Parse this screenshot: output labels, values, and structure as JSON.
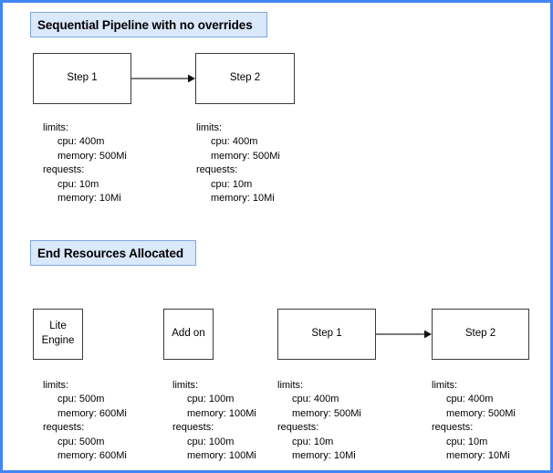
{
  "page": {
    "frame_color": "#4285f4",
    "background": "#ffffff",
    "banner_fill": "#dae8fc",
    "banner_border": "#7ea6d9",
    "node_border": "#3b3b3b"
  },
  "sections": {
    "sequential": {
      "title": "Sequential Pipeline with no overrides",
      "nodes": [
        {
          "label": "Step 1"
        },
        {
          "label": "Step 2"
        }
      ],
      "resources": [
        {
          "limits_label": "limits:",
          "limits_cpu": "cpu: 400m",
          "limits_memory": "memory: 500Mi",
          "requests_label": "requests:",
          "requests_cpu": "cpu: 10m",
          "requests_memory": "memory: 10Mi"
        },
        {
          "limits_label": "limits:",
          "limits_cpu": "cpu: 400m",
          "limits_memory": "memory: 500Mi",
          "requests_label": "requests:",
          "requests_cpu": "cpu: 10m",
          "requests_memory": "memory: 10Mi"
        }
      ]
    },
    "end_resources": {
      "title": "End Resources Allocated",
      "nodes": [
        {
          "label_line1": "Lite",
          "label_line2": "Engine"
        },
        {
          "label_line1": "Add on",
          "label_line2": ""
        },
        {
          "label_line1": "Step 1",
          "label_line2": ""
        },
        {
          "label_line1": "Step 2",
          "label_line2": ""
        }
      ],
      "resources": [
        {
          "limits_label": "limits:",
          "limits_cpu": "cpu: 500m",
          "limits_memory": "memory: 600Mi",
          "requests_label": "requests:",
          "requests_cpu": "cpu: 500m",
          "requests_memory": "memory: 600Mi"
        },
        {
          "limits_label": "limits:",
          "limits_cpu": "cpu: 100m",
          "limits_memory": "memory: 100Mi",
          "requests_label": "requests:",
          "requests_cpu": "cpu: 100m",
          "requests_memory": "memory: 100Mi"
        },
        {
          "limits_label": "limits:",
          "limits_cpu": "cpu: 400m",
          "limits_memory": "memory: 500Mi",
          "requests_label": "requests:",
          "requests_cpu": "cpu: 10m",
          "requests_memory": "memory: 10Mi"
        },
        {
          "limits_label": "limits:",
          "limits_cpu": "cpu: 400m",
          "limits_memory": "memory: 500Mi",
          "requests_label": "requests:",
          "requests_cpu": "cpu: 10m",
          "requests_memory": "memory: 10Mi"
        }
      ]
    }
  }
}
